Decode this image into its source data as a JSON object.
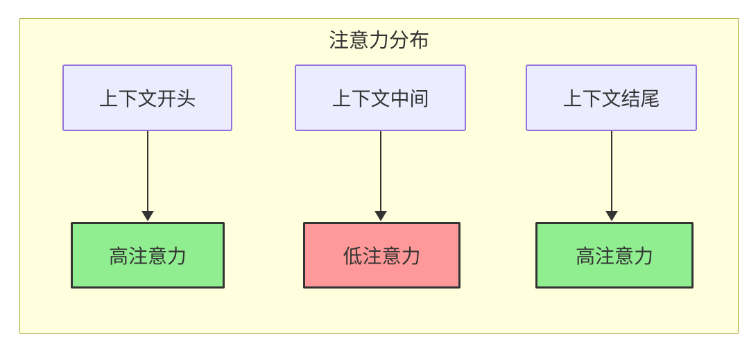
{
  "diagram": {
    "title": "注意力分布",
    "columns": [
      {
        "source": "上下文开头",
        "result": "高注意力",
        "level": "high"
      },
      {
        "source": "上下文中间",
        "result": "低注意力",
        "level": "low"
      },
      {
        "source": "上下文结尾",
        "result": "高注意力",
        "level": "high"
      }
    ],
    "edges": [
      {
        "from": "上下文开头",
        "to": "高注意力"
      },
      {
        "from": "上下文中间",
        "to": "低注意力"
      },
      {
        "from": "上下文结尾",
        "to": "高注意力"
      }
    ],
    "colors": {
      "container_fill": "#ffffde",
      "container_border": "#aaaa33",
      "source_fill": "#ececff",
      "source_border": "#9370db",
      "high_attention_fill": "#90ee90",
      "low_attention_fill": "#ff9999",
      "result_border": "#333333",
      "arrow": "#333333",
      "text": "#333333"
    }
  }
}
